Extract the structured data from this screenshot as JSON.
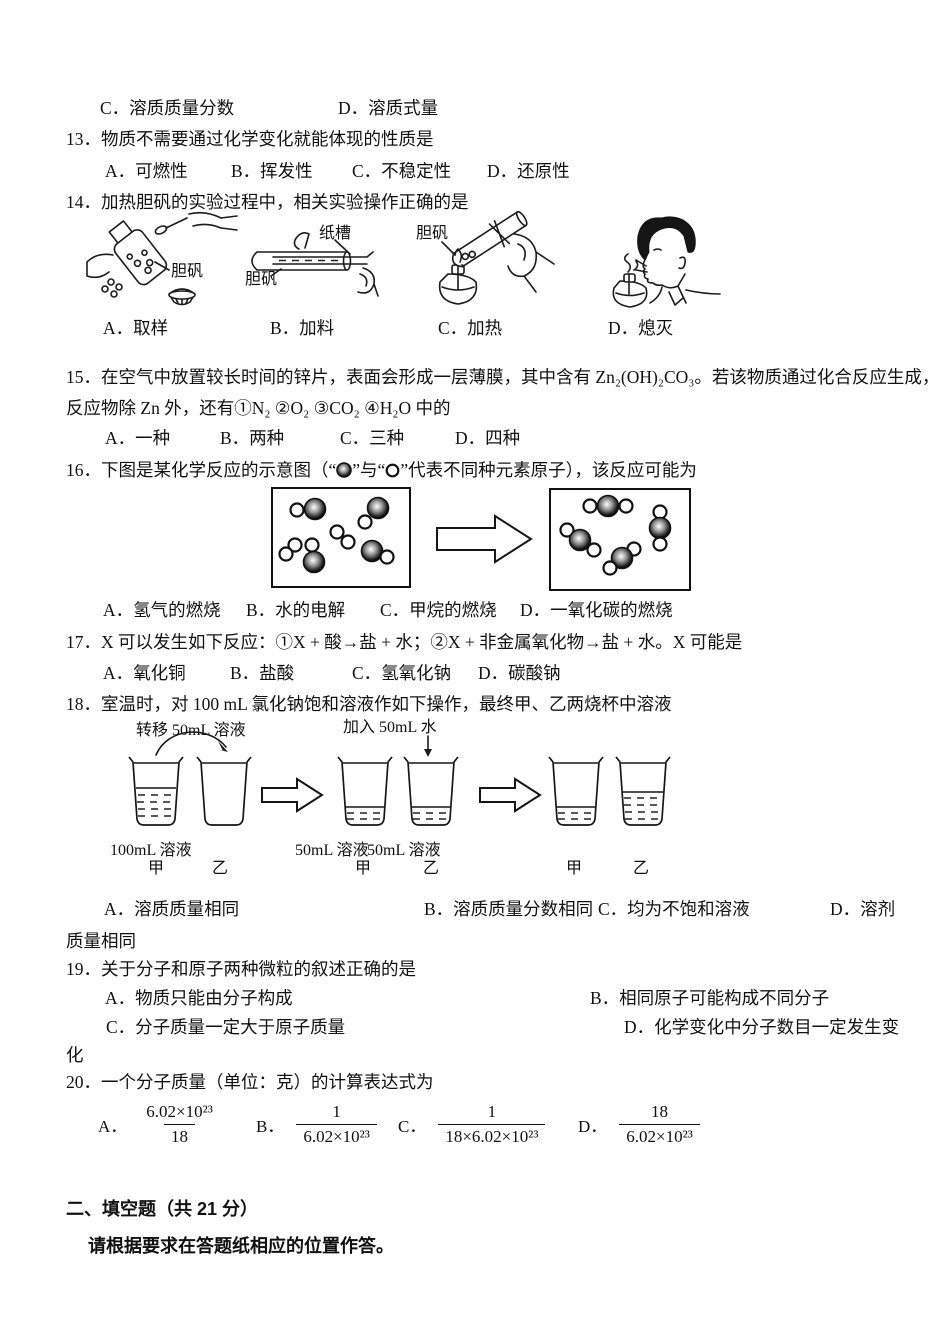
{
  "document": {
    "q12_partial": {
      "option_c": "C．溶质质量分数",
      "option_d": "D．溶质式量"
    },
    "q13": {
      "stem": "13．物质不需要通过化学变化就能体现的性质是",
      "options": [
        "A．可燃性",
        "B．挥发性",
        "C．不稳定性",
        "D．还原性"
      ]
    },
    "q14": {
      "stem": "14．加热胆矾的实验过程中，相关实验操作正确的是",
      "figures": [
        {
          "caption": "A．取样",
          "labels": [
            "胆矾"
          ]
        },
        {
          "caption": "B．加料",
          "labels": [
            "纸槽",
            "胆矾"
          ]
        },
        {
          "caption": "C．加热",
          "labels": [
            "胆矾"
          ]
        },
        {
          "caption": "D．熄灭",
          "labels": []
        }
      ]
    },
    "q15": {
      "stem_line1": "15．在空气中放置较长时间的锌片，表面会形成一层薄膜，其中含有 Zn₂(OH)₂CO₃。若该物质通过化合反应生成，",
      "stem_line2": "反应物除 Zn 外，还有①N₂ ②O₂ ③CO₂ ④H₂O 中的",
      "options": [
        "A．一种",
        "B．两种",
        "C．三种",
        "D．四种"
      ]
    },
    "q16": {
      "stem_prefix": "16．下图是某化学反应的示意图（“",
      "stem_mid": "”与“",
      "stem_suffix": "”代表不同种元素原子），该反应可能为",
      "options": [
        "A．氢气的燃烧",
        "B．水的电解",
        "C．甲烷的燃烧",
        "D．一氧化碳的燃烧"
      ],
      "reaction_diagram": {
        "left_box": "4个双原子分子(大黑原子+小白原子) 与 2个双原子分子(两个小白原子)",
        "right_box": "4个三原子分子(小白-大黑-小白)"
      }
    },
    "q17": {
      "stem": "17．X 可以发生如下反应：①X + 酸→盐 + 水；②X + 非金属氧化物→盐 + 水。X 可能是",
      "options": [
        "A．氧化铜",
        "B．盐酸",
        "C．氢氧化钠",
        "D．碳酸钠"
      ]
    },
    "q18": {
      "stem": "18．室温时，对 100 mL 氯化钠饱和溶液作如下操作，最终甲、乙两烧杯中溶液",
      "diagram": {
        "transfer_label": "转移 50mL 溶液",
        "add_water_label": "加入 50mL 水",
        "stage1_volume": "100mL 溶液",
        "stage2_volume_jia": "50mL 溶液",
        "stage2_volume_yi": "50mL 溶液",
        "jia": "甲",
        "yi": "乙"
      },
      "options": [
        "A．溶质质量相同",
        "B．溶质质量分数相同",
        "C．均为不饱和溶液",
        "D．溶剂"
      ],
      "option_d_wrap": "质量相同"
    },
    "q19": {
      "stem": "19．关于分子和原子两种微粒的叙述正确的是",
      "options": [
        "A．物质只能由分子构成",
        "B．相同原子可能构成不同分子",
        "C．分子质量一定大于原子质量",
        "D．化学变化中分子数目一定发生变"
      ],
      "option_d_wrap": "化"
    },
    "q20": {
      "stem": "20．一个分子质量（单位：克）的计算表达式为",
      "options": [
        {
          "label": "A．",
          "numerator": "6.02×10²³",
          "denominator": "18"
        },
        {
          "label": "B．",
          "numerator": "1",
          "denominator": "6.02×10²³"
        },
        {
          "label": "C．",
          "numerator": "1",
          "denominator": "18×6.02×10²³"
        },
        {
          "label": "D．",
          "numerator": "18",
          "denominator": "6.02×10²³"
        }
      ]
    },
    "section2": {
      "heading": "二、填空题（共 21 分）",
      "instruction": "请根据要求在答题纸相应的位置作答。"
    }
  }
}
